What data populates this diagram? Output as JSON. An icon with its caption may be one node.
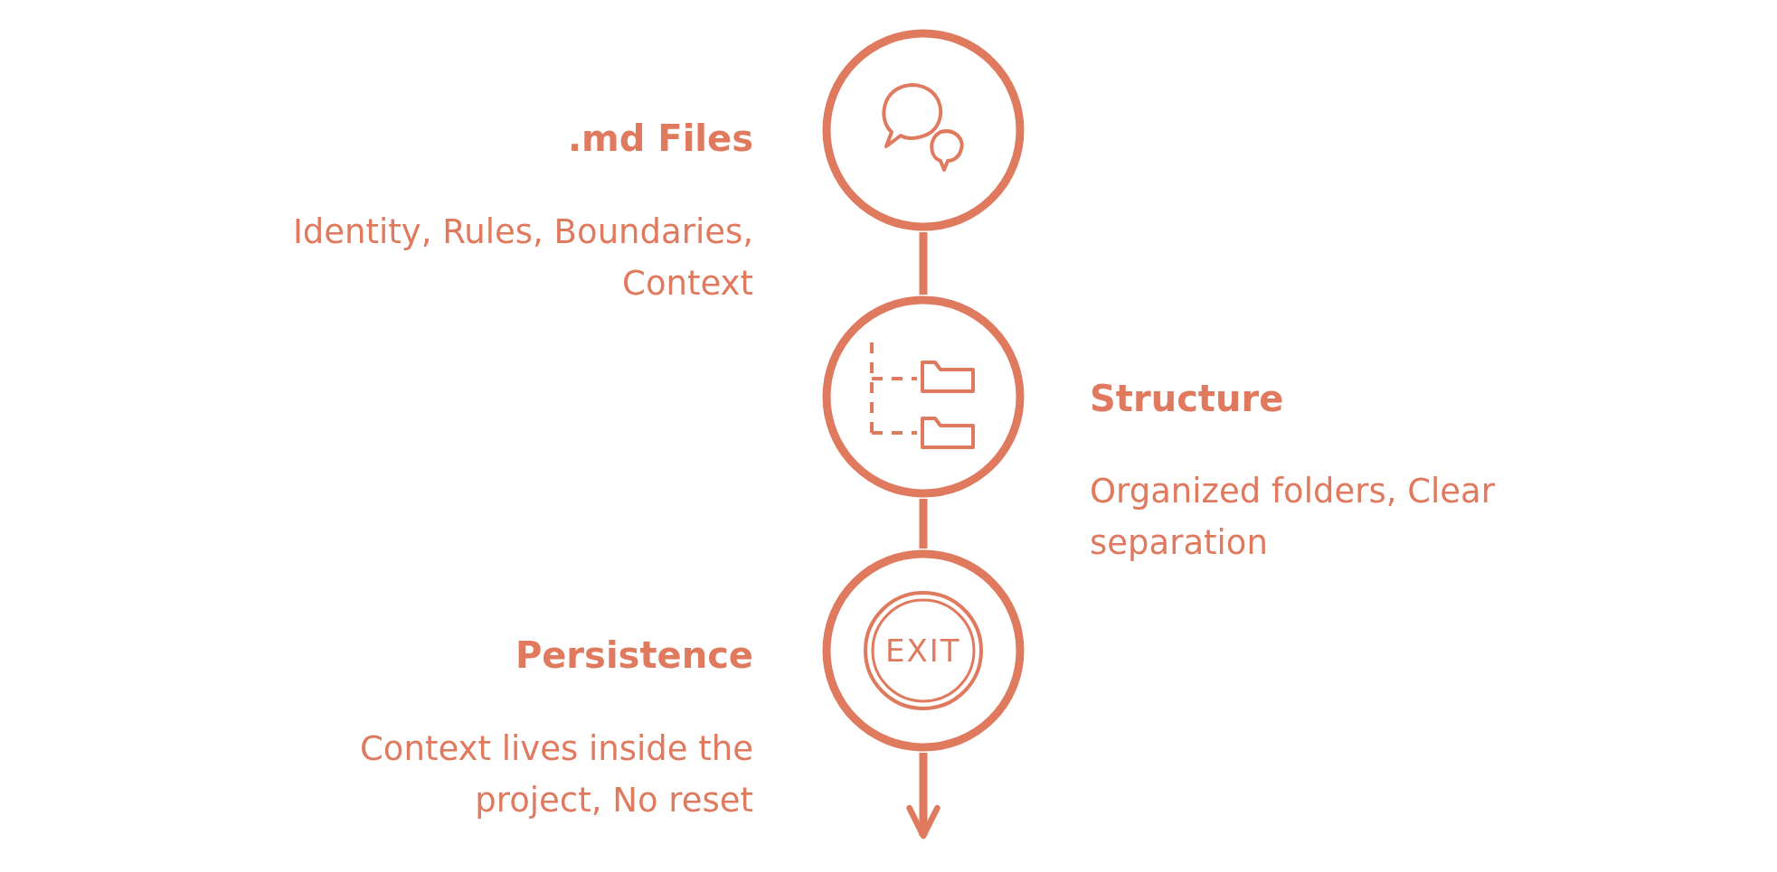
{
  "diagram": {
    "nodes": [
      {
        "text": [],
        "shape": "circle",
        "beside": [
          ".md Files",
          "Identity, Rules, Boundaries, Context"
        ]
      },
      {
        "text": [],
        "shape": "circle",
        "beside": [
          "Structure",
          "Organized folders, Clear separation"
        ]
      },
      {
        "text": [
          "EXIT"
        ],
        "beside": [
          "Persistence",
          "Context lives inside the project, No reset"
        ]
      }
    ],
    "edges": [
      {
        "from": 0,
        "to": 1,
        "arrow": "none"
      },
      {
        "from": 1,
        "to": 2,
        "arrow": "none"
      },
      {
        "from": 2,
        "to": null,
        "arrow": "to"
      }
    ]
  }
}
